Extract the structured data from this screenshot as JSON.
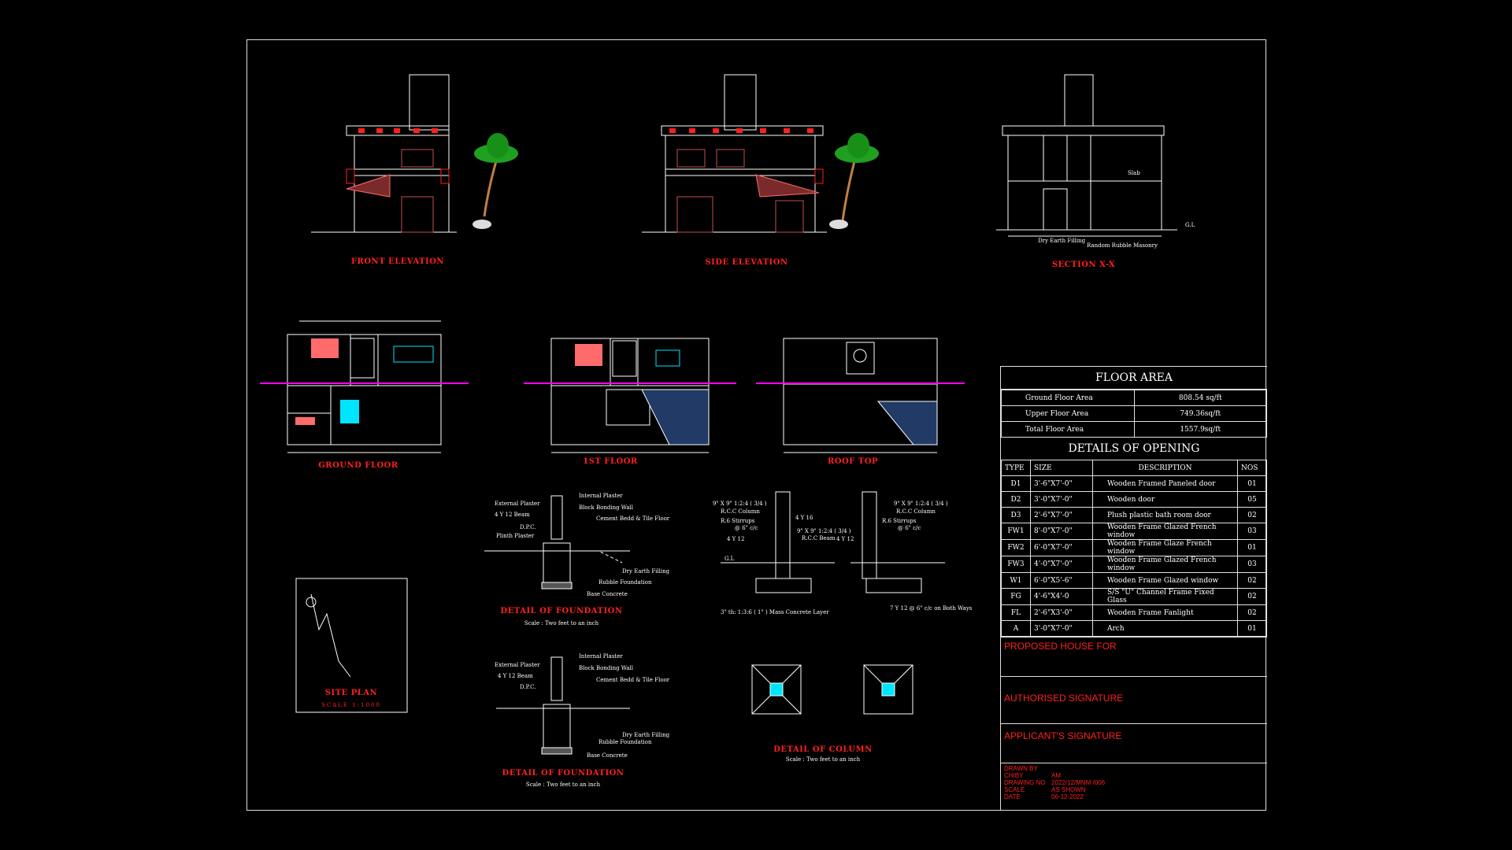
{
  "views": {
    "front_elevation": "FRONT ELEVATION",
    "side_elevation": "SIDE ELEVATION",
    "section": "SECTION X-X",
    "ground_floor": "GROUND FLOOR",
    "first_floor": "1ST FLOOR",
    "roof_top": "ROOF TOP",
    "site_plan": "SITE PLAN",
    "site_scale": "SCALE 1:1000",
    "detail_foundation_1": "DETAIL OF FOUNDATION",
    "detail_foundation_2": "DETAIL OF FOUNDATION",
    "detail_column": "DETAIL OF COLUMN",
    "scale_note": "Scale : Two feet to an inch"
  },
  "section_notes": {
    "slab": "Slab",
    "gl": "G.L",
    "random_rubble": "Random Rubble Masonry",
    "dry_earth": "Dry Earth Filling"
  },
  "foundation_notes": {
    "external_plaster": "External Plaster",
    "internal_plaster": "Internal Plaster",
    "block_wall": "Block Bonding Wall",
    "beam": "4 Y 12 Beam",
    "cement_bed": "Cement Bedd & Tile Floor",
    "dpc": "D.P.C.",
    "plinth_plaster": "Plinth Plaster",
    "dry_earth": "Dry Earth Filling",
    "rubble": "Rubble Foundation",
    "base_concrete": "Base Concrete"
  },
  "column_notes": {
    "rcc_column": "9\" X 9\" 1:2:4 ( 3/4 )",
    "rcc_label": "R.C.C Column",
    "stirrups": "R.6 Stirrups",
    "stirrups_spacing": "@ 6\" c/c",
    "beam_spec": "9\" X 9\" 1:2:4 ( 3/4 )",
    "rcc_beam": "R.C.C Beam",
    "y16": "4 Y 16",
    "y12": "4 Y 12",
    "gl": "G.L",
    "mass_concrete": "3\" th: 1:3:6 ( 1\" ) Mass Concrete Layer",
    "both_ways": "7 Y 12 @ 6\" c/c on Both Ways"
  },
  "floor_area": {
    "title": "FLOOR AREA",
    "rows": [
      {
        "label": "Ground Floor Area",
        "value": "808.54 sq/ft"
      },
      {
        "label": "Upper Floor Area",
        "value": "749.36sq/ft"
      },
      {
        "label": "Total Floor Area",
        "value": "1557.9sq/ft"
      }
    ]
  },
  "openings": {
    "title": "DETAILS OF OPENING",
    "headers": [
      "TYPE",
      "SIZE",
      "DESCRIPTION",
      "NOS"
    ],
    "rows": [
      {
        "type": "D1",
        "size": "3'-6\"X7'-0\"",
        "desc": "Wooden Framed Paneled door",
        "nos": "01"
      },
      {
        "type": "D2",
        "size": "3'-0\"X7'-0\"",
        "desc": "Wooden door",
        "nos": "05"
      },
      {
        "type": "D3",
        "size": "2'-6\"X7'-0\"",
        "desc": "Plush plastic bath room door",
        "nos": "02"
      },
      {
        "type": "FW1",
        "size": "8'-0\"X7'-0\"",
        "desc": "Wooden Frame Glazed French window",
        "nos": "03"
      },
      {
        "type": "FW2",
        "size": "6'-0\"X7'-0\"",
        "desc": "Wooden Frame Glaze French window",
        "nos": "01"
      },
      {
        "type": "FW3",
        "size": "4'-0\"X7'-0\"",
        "desc": "Wooden Frame Glazed French window",
        "nos": "03"
      },
      {
        "type": "W1",
        "size": "6'-0\"X5'-6\"",
        "desc": "Wooden Frame Glazed window",
        "nos": "02"
      },
      {
        "type": "FG",
        "size": "4'-6\"X4'-0",
        "desc": "S/S \"U\" Channel Frame Fixed  Glass",
        "nos": "02"
      },
      {
        "type": "FL",
        "size": "2'-6\"X3'-0\"",
        "desc": "Wooden Frame Fanlight",
        "nos": "02"
      },
      {
        "type": "A",
        "size": "3'-0\"X7'-0\"",
        "desc": "Arch",
        "nos": "01"
      }
    ]
  },
  "title_block": {
    "proposed": "PROPOSED  HOUSE FOR",
    "authorised": "AUTHORISED SIGNATURE",
    "applicant": "APPLICANT'S SIGNATURE",
    "info": [
      {
        "k": "DRAWN BY",
        "v": ""
      },
      {
        "k": "CHIBY",
        "v": "AM"
      },
      {
        "k": "DRAWING NO",
        "v": "2022/12/MNM /006"
      },
      {
        "k": "SCALE",
        "v": "AS SHOWN"
      },
      {
        "k": "DATE",
        "v": "06-12-2022"
      }
    ]
  },
  "colors": {
    "accent": "#ff2020",
    "line": "#ffffff",
    "cyan": "#00e5ff",
    "magenta": "#ff00ff",
    "pink": "#ff6b6b",
    "green": "#20c020"
  }
}
